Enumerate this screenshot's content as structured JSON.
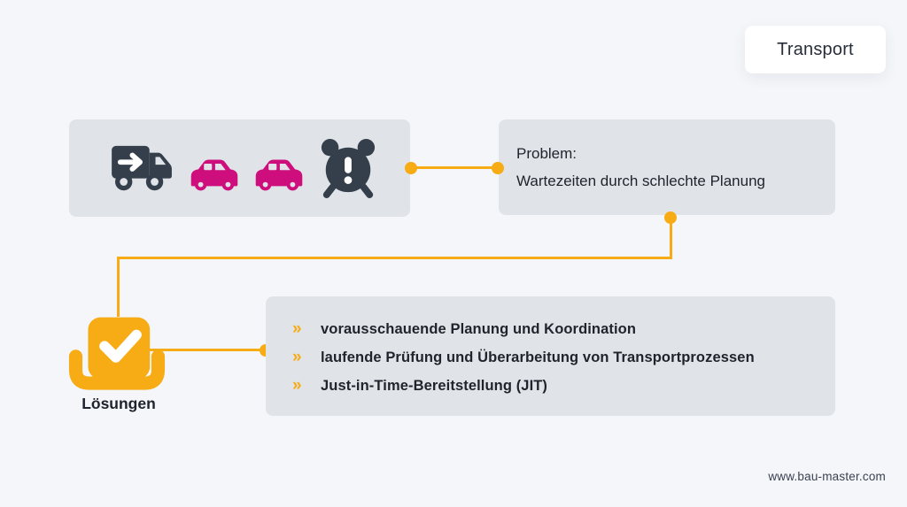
{
  "page": {
    "background_color": "#f5f6fa",
    "card_color": "#e0e4e8",
    "accent_color": "#f7ab14",
    "icon_dark_color": "#353f4b",
    "icon_pink_color": "#ce0e7c",
    "text_color": "#1e232c"
  },
  "header": {
    "tag_label": "Transport"
  },
  "icons_box": {
    "icons": [
      "delivery-truck",
      "car",
      "car",
      "alarm-clock"
    ]
  },
  "problem": {
    "title": "Problem:",
    "description": "Wartezeiten durch schlechte Planung"
  },
  "solutions": {
    "label": "Lösungen",
    "bullet_char": "»",
    "items": [
      "vorausschauende Planung und Koordination",
      "laufende Prüfung und Überarbeitung von Transportprozessen",
      "Just-in-Time-Bereitstellung (JIT)"
    ]
  },
  "footer": {
    "website": "www.bau-master.com"
  }
}
